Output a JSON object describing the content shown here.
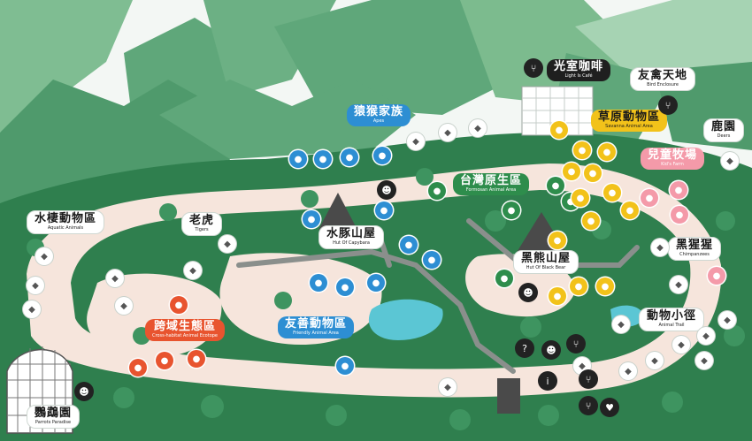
{
  "areas": {
    "aquatic": {
      "zh": "水棲動物區",
      "en": "Aquatic Animals"
    },
    "tigers": {
      "zh": "老虎",
      "en": "Tigers"
    },
    "capybara": {
      "zh": "水豚山屋",
      "en": "Hut Of Capybara"
    },
    "apes": {
      "zh": "猿猴家族",
      "en": "Apes"
    },
    "formosan": {
      "zh": "台灣原生區",
      "en": "Formosan Animal Area"
    },
    "blackbear": {
      "zh": "黑熊山屋",
      "en": "Hut Of Black Bear"
    },
    "cafe": {
      "zh": "光室咖啡",
      "en": "Light Is Café"
    },
    "bird": {
      "zh": "友禽天地",
      "en": "Bird Enclosure"
    },
    "savanna": {
      "zh": "草原動物區",
      "en": "Savanna Animal Area"
    },
    "deer": {
      "zh": "鹿園",
      "en": "Deers"
    },
    "kids": {
      "zh": "兒童牧場",
      "en": "Kid's Farm"
    },
    "chimp": {
      "zh": "黑猩猩",
      "en": "Chimpanzees"
    },
    "trail": {
      "zh": "動物小徑",
      "en": "Animal Trail"
    },
    "friendly": {
      "zh": "友善動物區",
      "en": "Friendly Animal Area"
    },
    "cross": {
      "zh": "跨域生態區",
      "en": "Cross-habitat Animal Ecotope"
    },
    "parrots": {
      "zh": "鸚鵡園",
      "en": "Parrots Paradise"
    }
  },
  "icons": {
    "animal": "animal-icon",
    "dining": "dining-icon",
    "toilet": "toilet-icon",
    "info": "info-icon",
    "heart": "heart-icon"
  },
  "colors": {
    "mountain": "#4f9a6c",
    "tree": "#2f7f4e",
    "path": "#f6e5dc",
    "pond": "#5bc6d4",
    "apes": "#2d8ed3",
    "formosan": "#2e8d4c",
    "savanna": "#f2c21a",
    "kids": "#f49aa9",
    "cross": "#e8542f"
  }
}
